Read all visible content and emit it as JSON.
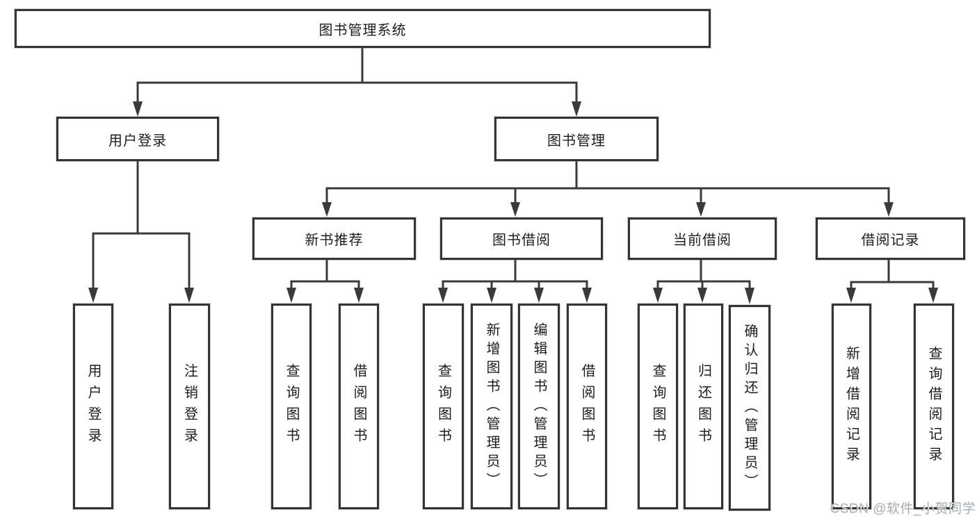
{
  "diagram": {
    "root": {
      "label": "图书管理系统"
    },
    "branches": [
      {
        "label": "用户登录",
        "children": [
          {
            "label": "用户登录"
          },
          {
            "label": "注销登录"
          }
        ]
      },
      {
        "label": "图书管理",
        "children": [
          {
            "label": "新书推荐",
            "children": [
              {
                "label": "查询图书"
              },
              {
                "label": "借阅图书"
              }
            ]
          },
          {
            "label": "图书借阅",
            "children": [
              {
                "label": "查询图书"
              },
              {
                "label": "新增图书（管理员）"
              },
              {
                "label": "编辑图书（管理员）"
              },
              {
                "label": "借阅图书"
              }
            ]
          },
          {
            "label": "当前借阅",
            "children": [
              {
                "label": "查询图书"
              },
              {
                "label": "归还图书"
              },
              {
                "label": "确认归还（管理员）"
              }
            ]
          },
          {
            "label": "借阅记录",
            "children": [
              {
                "label": "新增借阅记录"
              },
              {
                "label": "查询借阅记录"
              }
            ]
          }
        ]
      }
    ]
  },
  "watermark": {
    "text": "CSDN @软件_小贺同学"
  },
  "colors": {
    "line": "#3a3a3a",
    "box_border": "#343434",
    "box_fill": "#ffffff",
    "text": "#1d1d1f",
    "watermark": "#aab0b6"
  }
}
